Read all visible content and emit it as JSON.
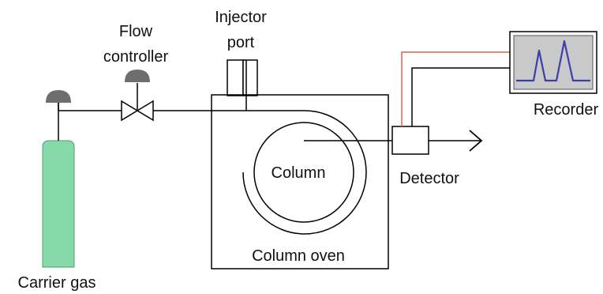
{
  "labels": {
    "flow_controller_line1": "Flow",
    "flow_controller_line2": "controller",
    "injector_port_line1": "Injector",
    "injector_port_line2": "port",
    "recorder": "Recorder",
    "column": "Column",
    "detector": "Detector",
    "column_oven": "Column oven",
    "carrier_gas": "Carrier gas"
  },
  "colors": {
    "gas_cylinder": "#86d9a8",
    "recorder_screen": "#c9c9c9",
    "recorder_trace": "#3d3fa8",
    "signal_wire": "#e0604a",
    "regulator_cap": "#6e6e6e"
  }
}
